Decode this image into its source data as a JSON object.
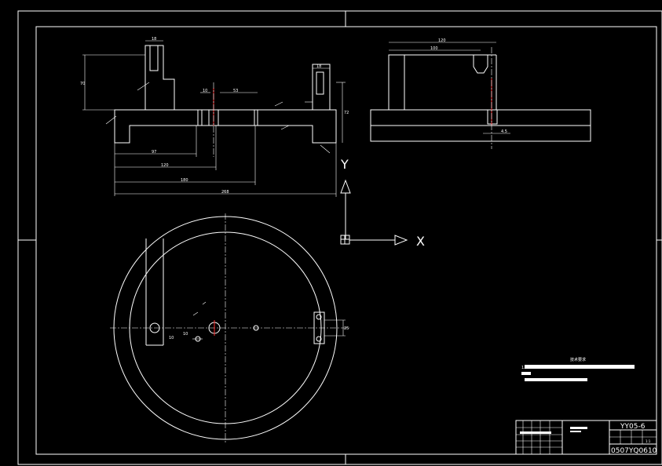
{
  "colors": {
    "background": "#000000",
    "lines": "#ffffff",
    "centerline_accent": "#ff2a2a"
  },
  "axis_icon": {
    "y_label": "Y",
    "x_label": "X"
  },
  "title_block": {
    "drawing_number": "YY05-6",
    "drawing_code": "0507YQ0610",
    "scale": "1:1"
  },
  "front_view_dims": {
    "d_top_width": "18",
    "d_left_height": "70",
    "d_right_top": "18",
    "d_inner_a": "10",
    "d_inner_b": "53",
    "d_right_h": "72",
    "d_base_1": "97",
    "d_base_2": "120",
    "d_base_3": "180",
    "d_overall": "268"
  },
  "side_view_dims": {
    "d_top_a": "120",
    "d_top_b": "100",
    "d_hole": "4.5"
  },
  "plan_view_dims": {
    "d_right_slot": "25",
    "d_left_1": "10",
    "d_left_2": "10"
  },
  "tech_requirements": {
    "heading": "技术要求",
    "note_num": "1."
  }
}
